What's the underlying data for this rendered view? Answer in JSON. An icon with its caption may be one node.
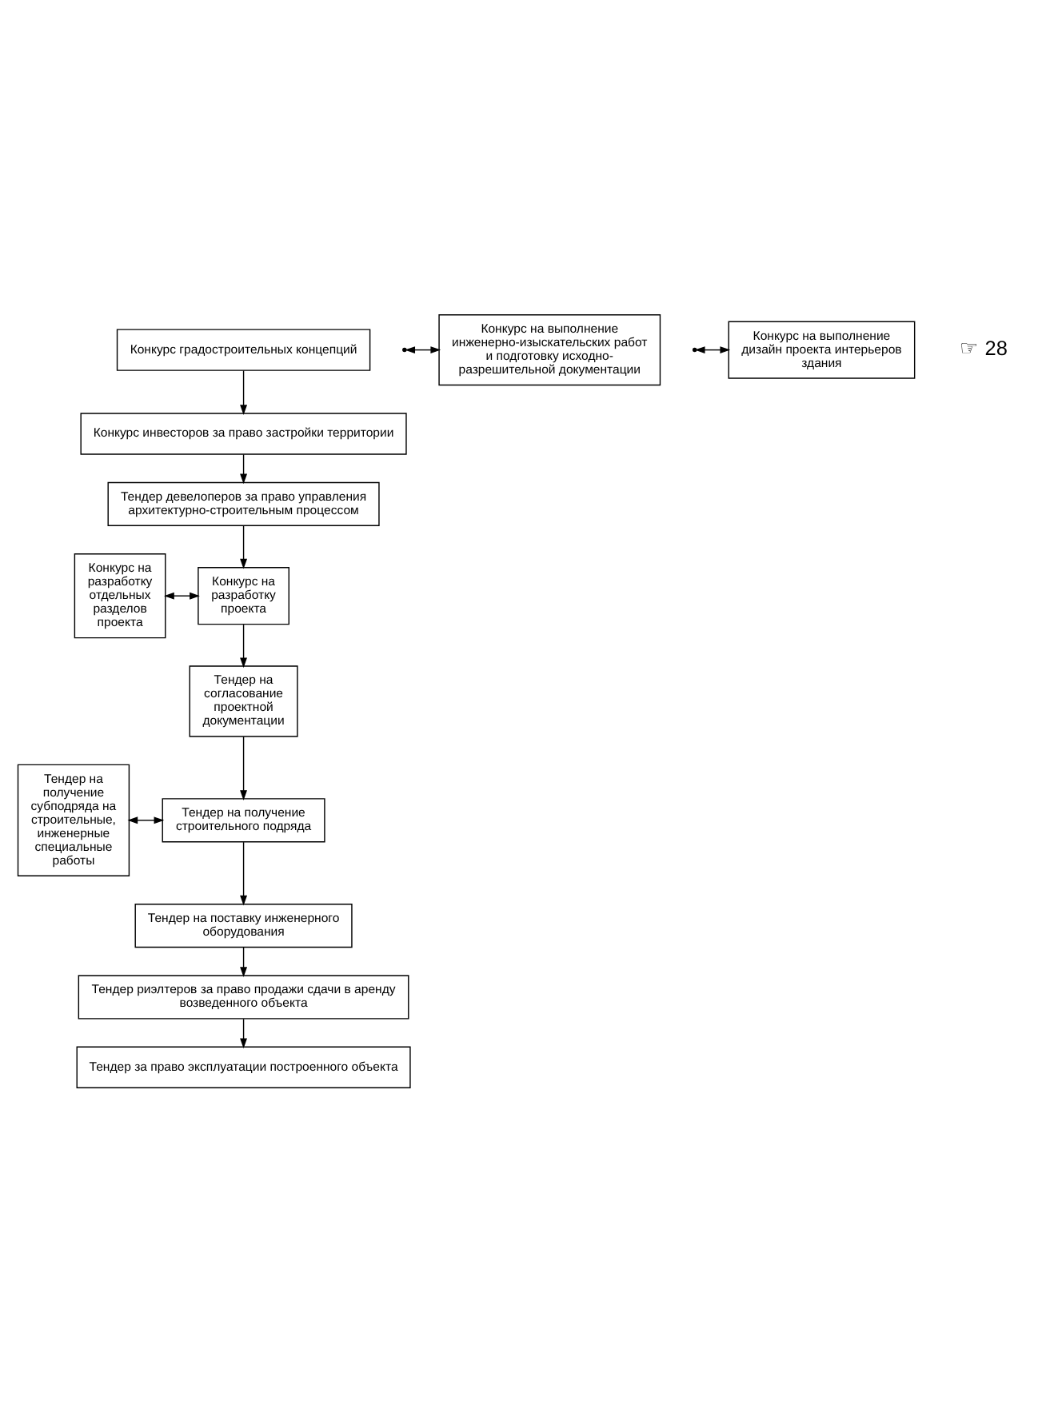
{
  "diagram": {
    "nodes": [
      {
        "text": [
          "Конкурс градостроительных концепций"
        ]
      },
      {
        "text": [
          "Конкурс инвесторов за право застройки территории"
        ]
      },
      {
        "text": [
          "Тендер девелоперов за право управления архитектурно-строительным процессом"
        ]
      },
      {
        "text": [
          "Конкурс на выполнение инженерно-изыскательских работ и подготовку исходно-разрешительной документации"
        ]
      },
      {
        "text": [
          "Конкурс на разработку отдельных разделов проекта"
        ]
      },
      {
        "text": [
          "Конкурс на разработку проекта"
        ]
      },
      {
        "text": [
          "Конкурс на выполнение дизайн проекта интерьеров здания"
        ]
      },
      {
        "text": [
          "Тендер на согласование проектной документации"
        ]
      },
      {
        "text": [
          "Тендер на получение субподряда на строительные, инженерные специальные работы"
        ]
      },
      {
        "text": [
          "Тендер на получение строительного подряда"
        ]
      },
      {
        "text": [
          "Тендер на поставку инженерного оборудования"
        ]
      },
      {
        "text": [
          "Тендер риэлтеров за право продажи сдачи в аренду возведенного объекта"
        ]
      },
      {
        "text": [
          "Тендер за право эксплуатации построенного объекта"
        ]
      }
    ],
    "edges": [
      {
        "from": 0,
        "to": 1,
        "arrow": "to"
      },
      {
        "from": 1,
        "to": 2,
        "arrow": "to"
      },
      {
        "from": 2,
        "to": 5,
        "arrow": "to"
      },
      {
        "from": null,
        "to": 3,
        "arrow": "both"
      },
      {
        "from": 4,
        "to": 5,
        "arrow": "both"
      },
      {
        "from": 5,
        "to": 7,
        "arrow": "to"
      },
      {
        "from": null,
        "to": 6,
        "arrow": "both"
      },
      {
        "from": 7,
        "to": 9,
        "arrow": "to"
      },
      {
        "from": 8,
        "to": 9,
        "arrow": "both"
      },
      {
        "from": 9,
        "to": 10,
        "arrow": "to"
      },
      {
        "from": 10,
        "to": 11,
        "arrow": "to"
      },
      {
        "from": 11,
        "to": 12,
        "arrow": "to"
      }
    ],
    "labels": [
      "☞ 28"
    ]
  }
}
